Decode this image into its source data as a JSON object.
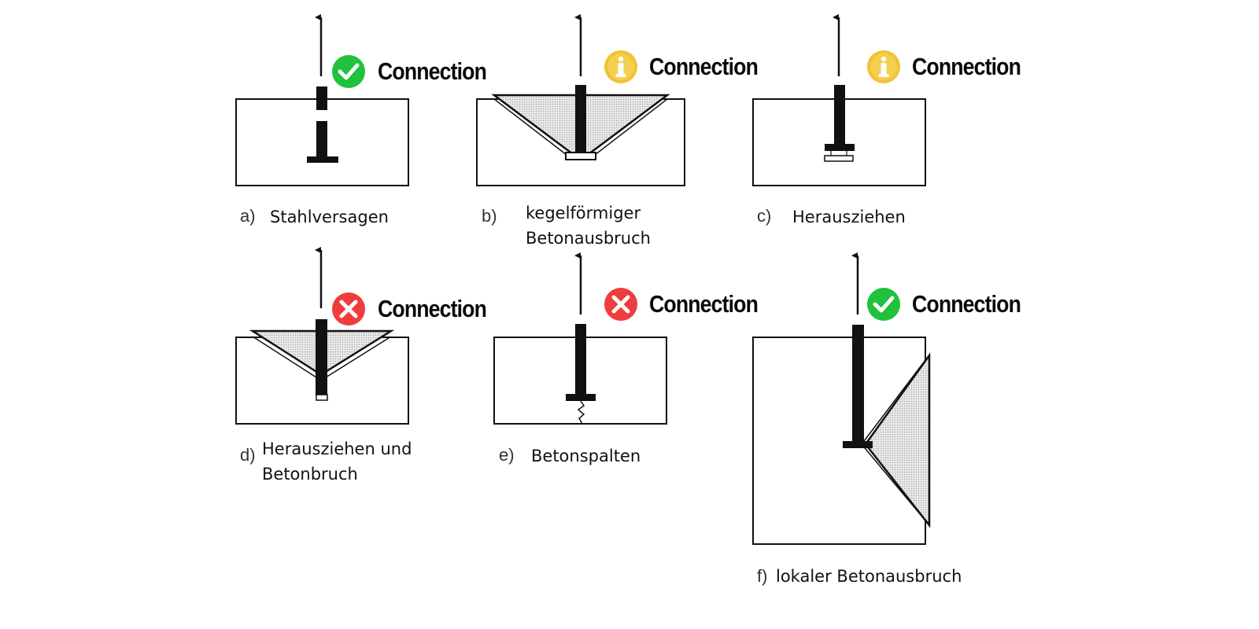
{
  "colors": {
    "ok": "#1fc23b",
    "info": "#f1c232",
    "fail": "#ef3c3c",
    "line": "#111111",
    "hatch": "#d9d9d9"
  },
  "panels": [
    {
      "letter": "a)",
      "caption": [
        "Stahlversagen"
      ],
      "status_icon": "check-icon",
      "status_label": "Connection"
    },
    {
      "letter": "b)",
      "caption": [
        "kegelförmiger",
        "Betonausbruch"
      ],
      "status_icon": "info-icon",
      "status_label": "Connection"
    },
    {
      "letter": "c)",
      "caption": [
        "Herausziehen"
      ],
      "status_icon": "info-icon",
      "status_label": "Connection"
    },
    {
      "letter": "d)",
      "caption": [
        "Herausziehen und",
        "Betonbruch"
      ],
      "status_icon": "cross-icon",
      "status_label": "Connection"
    },
    {
      "letter": "e)",
      "caption": [
        "Betonspalten"
      ],
      "status_icon": "cross-icon",
      "status_label": "Connection"
    },
    {
      "letter": "f)",
      "caption": [
        "lokaler Betonausbruch"
      ],
      "status_icon": "check-icon",
      "status_label": "Connection"
    }
  ]
}
